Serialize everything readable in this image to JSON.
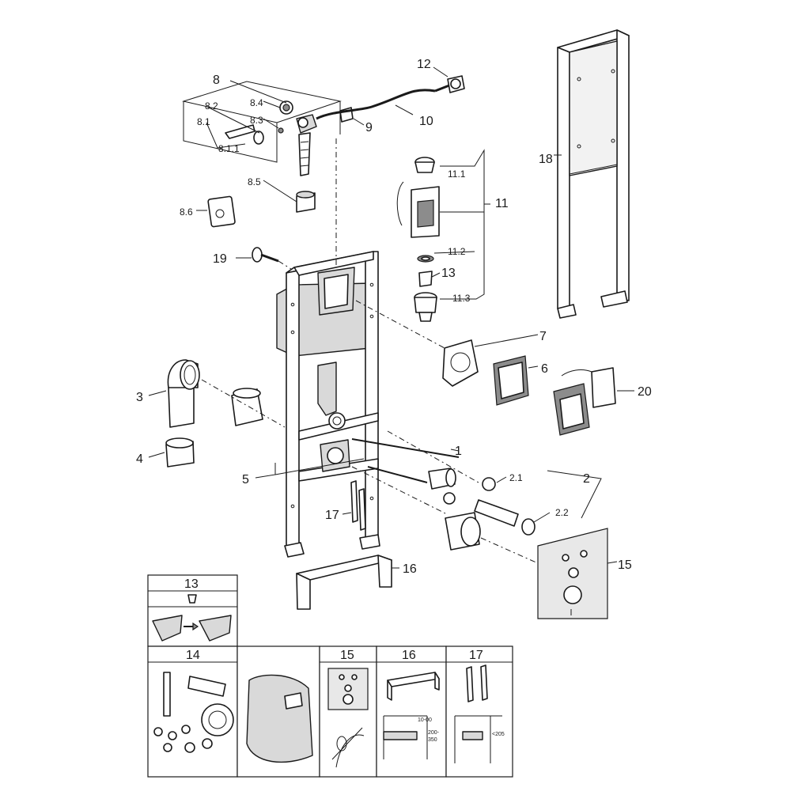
{
  "labels": {
    "l1": "1",
    "l2": "2",
    "l2_1": "2.1",
    "l2_2": "2.2",
    "l3": "3",
    "l4": "4",
    "l5": "5",
    "l6": "6",
    "l7": "7",
    "l8": "8",
    "l8_1": "8.1",
    "l8_1_1": "8.1.1",
    "l8_2": "8.2",
    "l8_3": "8.3",
    "l8_4": "8.4",
    "l8_5": "8.5",
    "l8_6": "8.6",
    "l9": "9",
    "l10": "10",
    "l11": "11",
    "l11_1": "11.1",
    "l11_2": "11.2",
    "l11_3": "11.3",
    "l12": "12",
    "l13": "13",
    "l15": "15",
    "l16": "16",
    "l17": "17",
    "l18": "18",
    "l19": "19",
    "l20": "20"
  },
  "panels": {
    "p13": "13",
    "p14": "14",
    "p15": "15",
    "p16": "16",
    "p17": "17"
  },
  "dims": {
    "d16a": "10-00",
    "d16b": "200-",
    "d16c": "350",
    "d17": "<205"
  }
}
